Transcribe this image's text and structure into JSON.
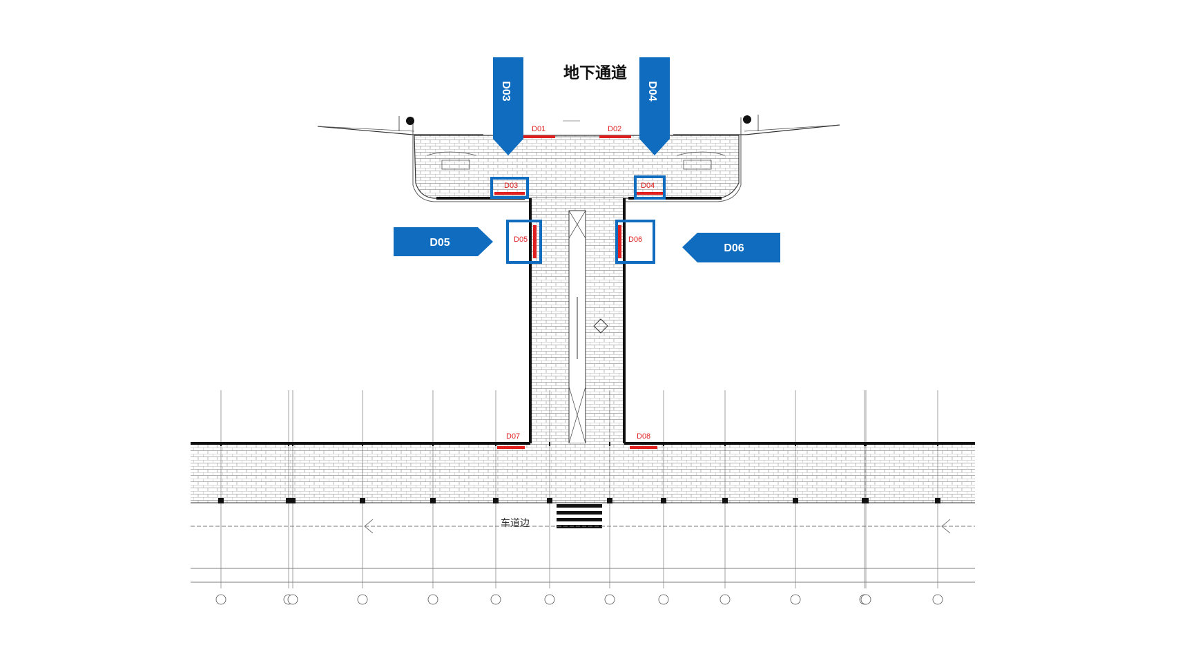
{
  "title": "地下通道",
  "callouts": {
    "d03": "D03",
    "d04": "D04",
    "d05": "D05",
    "d06": "D06"
  },
  "doors": {
    "d01": "D01",
    "d02": "D02",
    "d03": "D03",
    "d04": "D04",
    "d05": "D05",
    "d06": "D06",
    "d07": "D07",
    "d08": "D08"
  },
  "road_label": "车道边",
  "colors": {
    "callout_blue": "#0f6cbf",
    "door_red": "#e02020",
    "wall_black": "#111111",
    "tile_grey": "#9a9a9a"
  }
}
